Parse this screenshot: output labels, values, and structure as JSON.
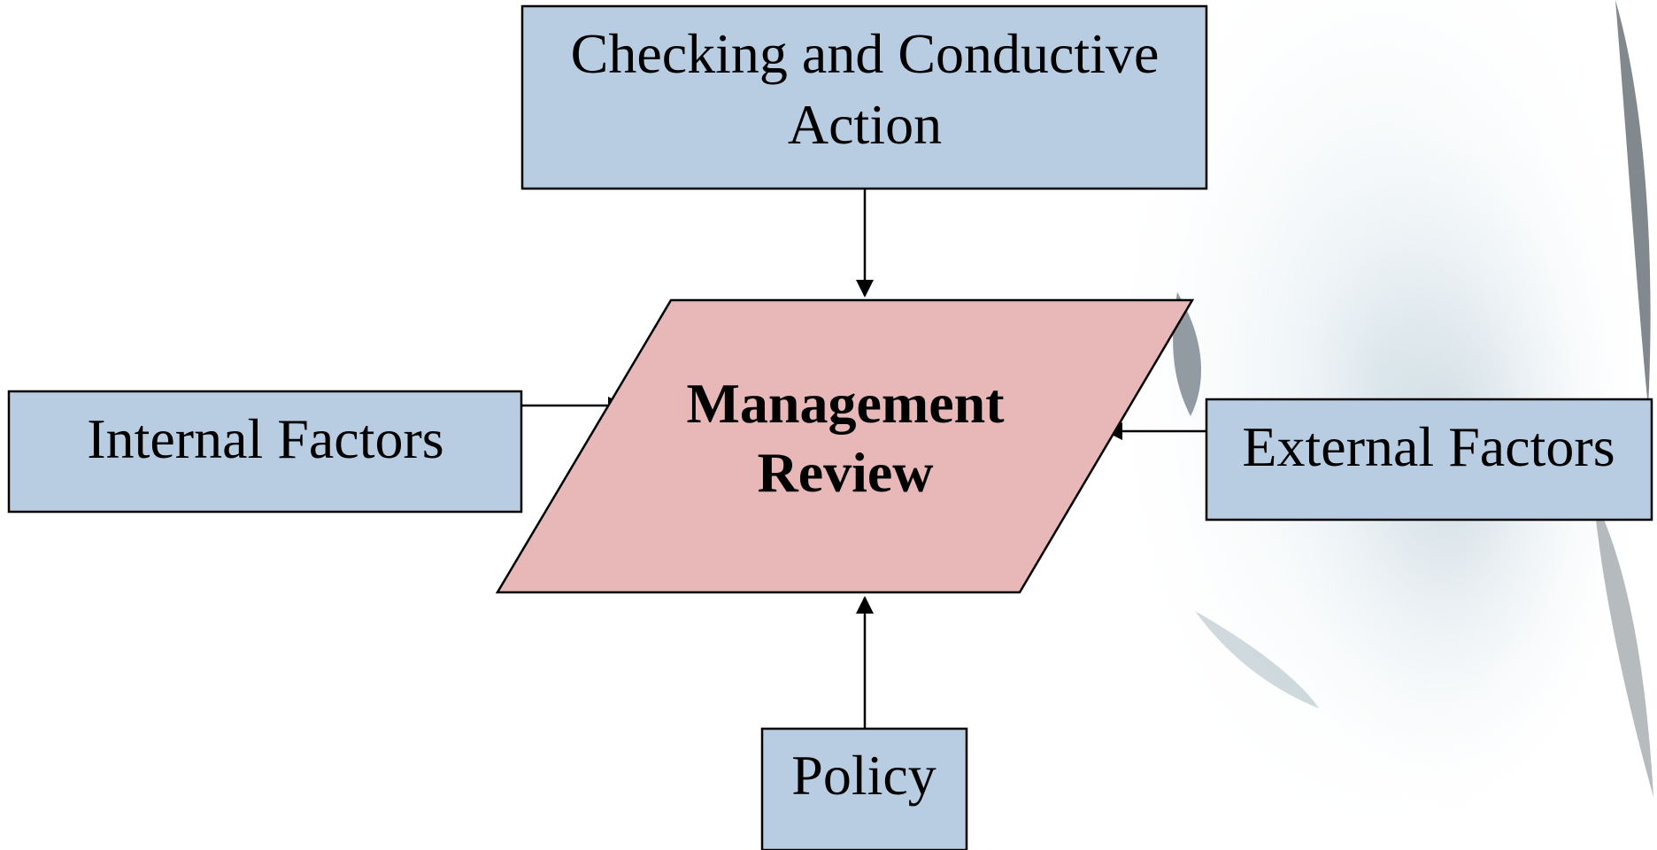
{
  "diagram": {
    "center": {
      "line1": "Management",
      "line2": "Review"
    },
    "top_box": {
      "line1": "Checking and Conductive",
      "line2": "Action"
    },
    "left_box": {
      "label": "Internal Factors"
    },
    "right_box": {
      "label": "External Factors"
    },
    "bottom_box": {
      "label": "Policy"
    }
  },
  "colors": {
    "box_fill": "#b8cde2",
    "center_fill": "#e8b7b7",
    "stroke": "#000000"
  }
}
